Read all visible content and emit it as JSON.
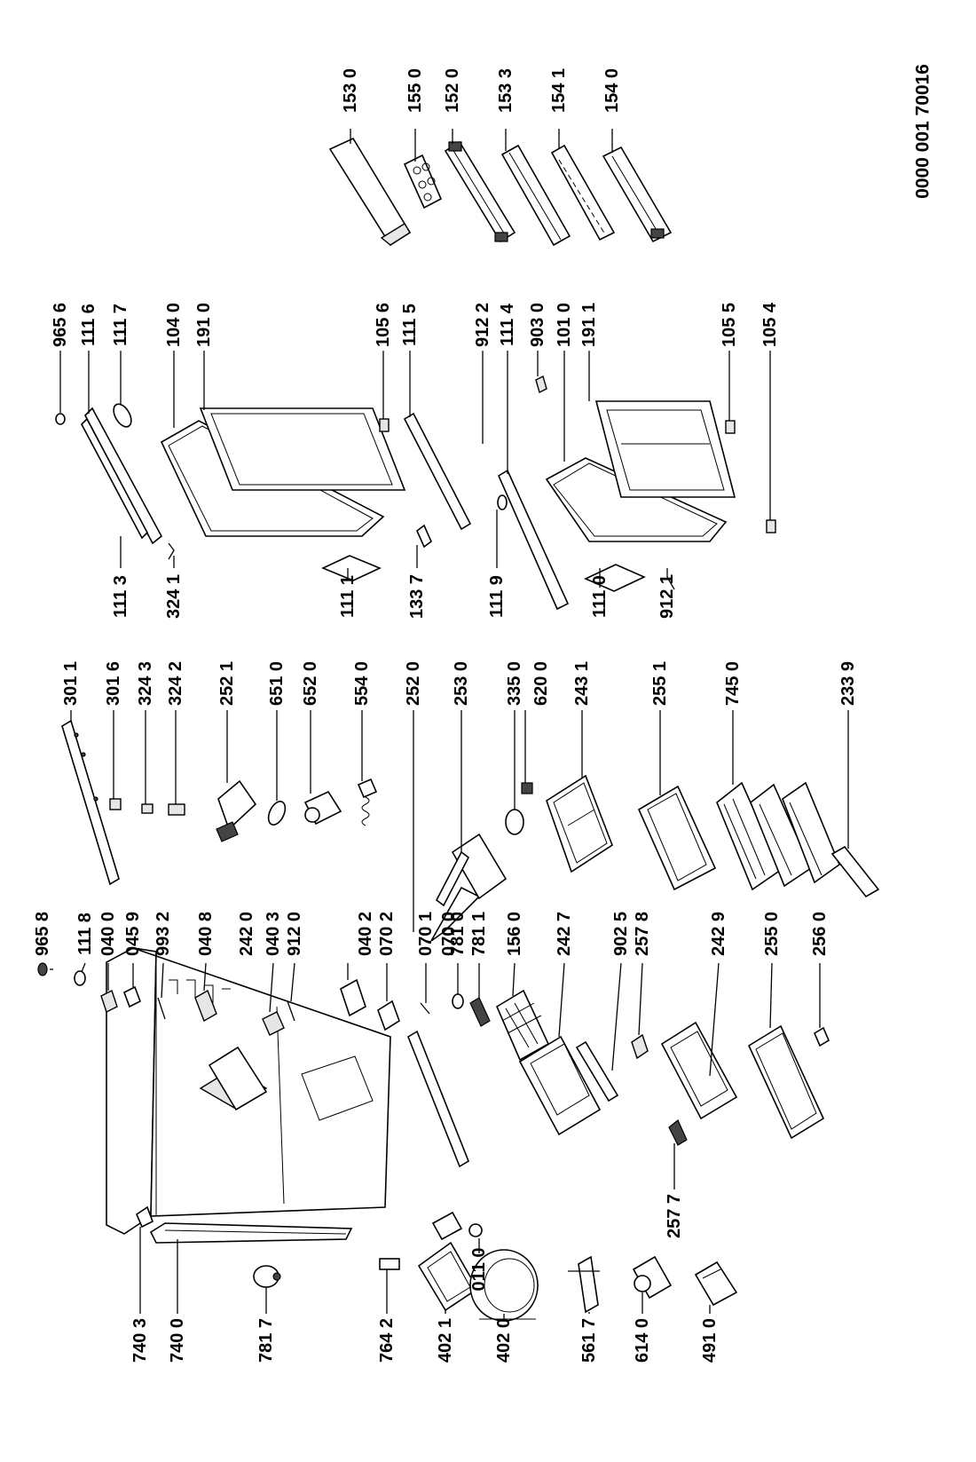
{
  "document_id": "0000 001 70016",
  "labels": [
    "153 0",
    "155 0",
    "152 0",
    "153 3",
    "154 1",
    "154 0",
    "965 6",
    "111 6",
    "111 7",
    "104 0",
    "191 0",
    "105 6",
    "111 5",
    "912 2",
    "111 4",
    "903 0",
    "101 0",
    "191 1",
    "105 5",
    "105 4",
    "111 3",
    "324 1",
    "111 1",
    "133 7",
    "111 9",
    "111 0",
    "912 1",
    "301 1",
    "301 6",
    "324 3",
    "324 2",
    "252 1",
    "651 0",
    "652 0",
    "554 0",
    "252 0",
    "253 0",
    "335 0",
    "620 0",
    "243 1",
    "255 1",
    "745 0",
    "233 9",
    "965 8",
    "111 8",
    "040 0",
    "045 9",
    "993 2",
    "040 8",
    "242 0",
    "040 3",
    "912 0",
    "040 2",
    "070 2",
    "070 1",
    "070 0",
    "781 0",
    "781 1",
    "156 0",
    "242 7",
    "902 5",
    "257 8",
    "242 9",
    "255 0",
    "256 0",
    "257 7",
    "011 0",
    "740 3",
    "740 0",
    "781 7",
    "764 2",
    "402 1",
    "402 0",
    "561 7",
    "614 0",
    "491 0"
  ]
}
